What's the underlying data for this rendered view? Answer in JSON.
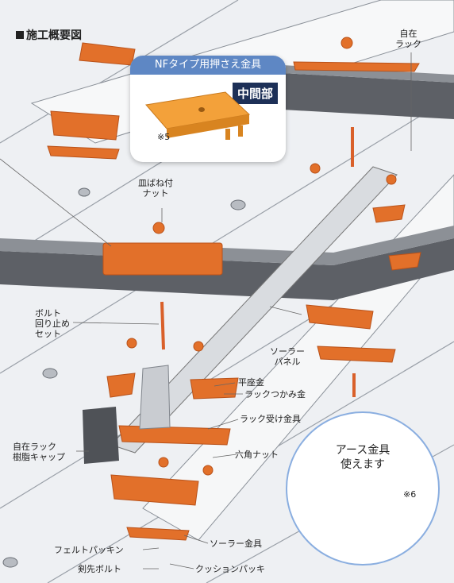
{
  "heading": "施工概要図",
  "callout": {
    "title": "NFタイプ用押さえ金具",
    "badge": "中間部",
    "note": "※5"
  },
  "earth": {
    "title_line1": "アース金具",
    "title_line2": "使えます",
    "note": "※6"
  },
  "labels": {
    "jizai_rack_1": "自在",
    "jizai_rack_2": "ラック",
    "saraban_1": "皿ばね付",
    "saraban_2": "ナット",
    "bolt_1": "ボルト",
    "bolt_2": "回り止め",
    "bolt_3": "セット",
    "solar_panel_1": "ソーラー",
    "solar_panel_2": "パネル",
    "hiraza": "平座金",
    "rack_tsukami": "ラックつかみ金",
    "rack_uke": "ラック受け金具",
    "cap_1": "自在ラック",
    "cap_2": "樹脂キャップ",
    "rokkaku": "六角ナット",
    "solar_kanagu": "ソーラー金具",
    "felt": "フェルトパッキン",
    "kensaki": "剣先ボルト",
    "cushion": "クッションパッキ"
  },
  "colors": {
    "orange": "#e2702a",
    "orange_dark": "#b9521a",
    "beam": "#5d6066",
    "beam_top": "#8c9096",
    "roof": "#e4e6ea",
    "panel": "#f4f5f6",
    "callout_header": "#5e87c4",
    "badge": "#1d3057",
    "circle_border": "#8aaee0"
  }
}
